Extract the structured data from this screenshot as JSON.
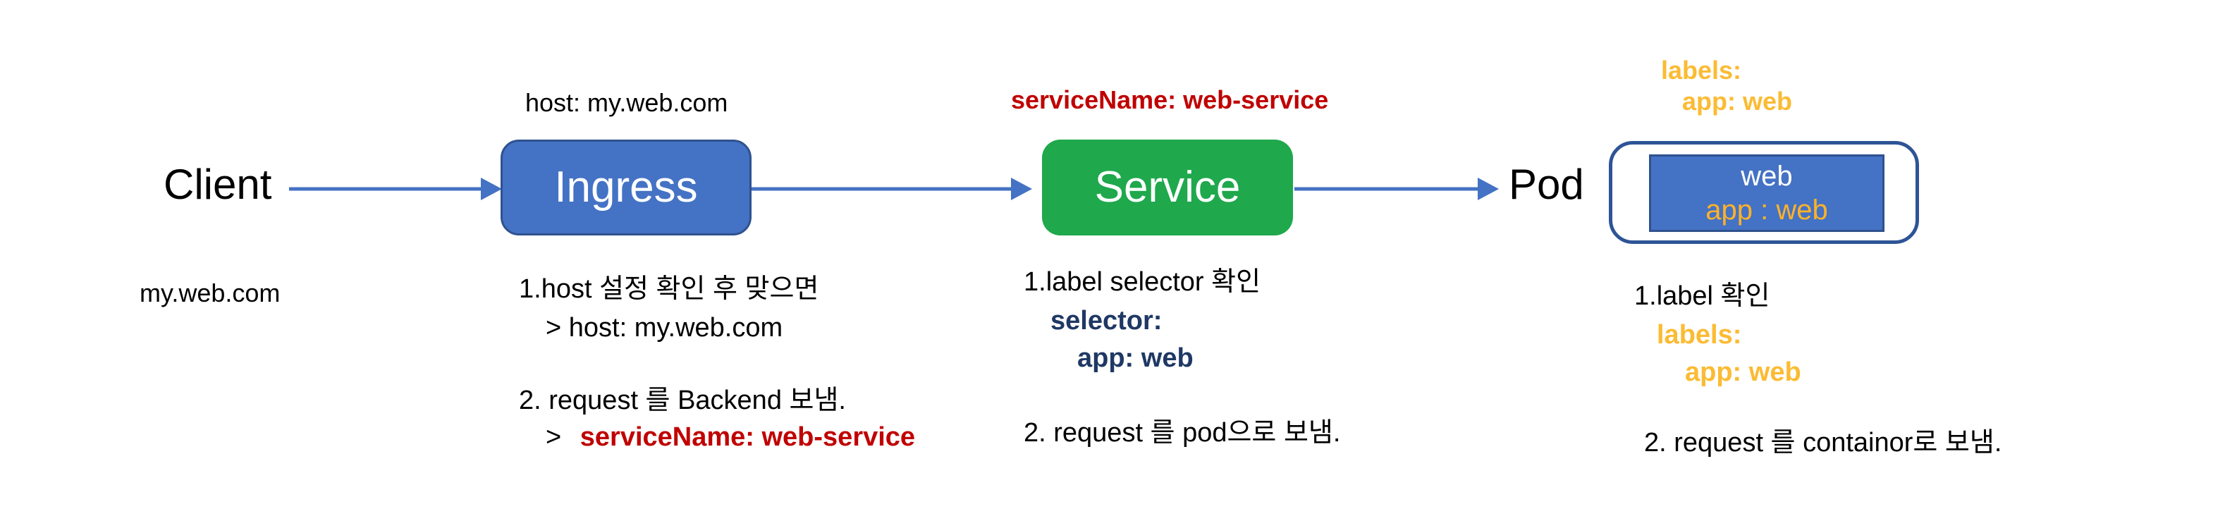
{
  "diagram": {
    "title": "Kubernetes Ingress to Service to Pod request flow",
    "colors": {
      "ingress_fill": "#4472C4",
      "ingress_stroke": "#2F528F",
      "service_fill": "#1FA84C",
      "pod_border": "#2E5496",
      "arrow": "#4472C4",
      "red": "#C00000",
      "amber": "#FBBB33",
      "navy": "#1F3864",
      "text": "#000000",
      "white": "#FFFFFF"
    },
    "client": {
      "label": "Client",
      "host": "my.web.com"
    },
    "ingress": {
      "node_label": "Ingress",
      "top_annotation": "host: my.web.com",
      "steps": [
        {
          "line": "1.host 설정 확인 후 맞으면"
        },
        {
          "line": ">  host: my.web.com"
        },
        {
          "line": "2. request 를 Backend  보냄."
        },
        {
          "marker": ">",
          "line": "serviceName: web-service",
          "color": "red"
        }
      ]
    },
    "service": {
      "node_label": "Service",
      "top_annotation": "serviceName: web-service",
      "steps": [
        {
          "line": "1.label selector 확인"
        },
        {
          "line": "selector:",
          "color": "navy"
        },
        {
          "line": "app: web",
          "color": "navy"
        },
        {
          "line": "2. request 를 pod으로  보냄."
        }
      ]
    },
    "pod": {
      "node_label": "Pod",
      "top_annotation_line1": "labels:",
      "top_annotation_line2": "app: web",
      "container": {
        "name": "web",
        "label": "app : web"
      },
      "steps": [
        {
          "line": "1.label  확인"
        },
        {
          "line": "labels:",
          "color": "amber"
        },
        {
          "line": "app: web",
          "color": "amber"
        },
        {
          "line": "2. request 를 containor로  보냄."
        }
      ]
    },
    "arrows": [
      {
        "from": "client",
        "to": "ingress"
      },
      {
        "from": "ingress",
        "to": "service"
      },
      {
        "from": "service",
        "to": "pod"
      }
    ]
  }
}
